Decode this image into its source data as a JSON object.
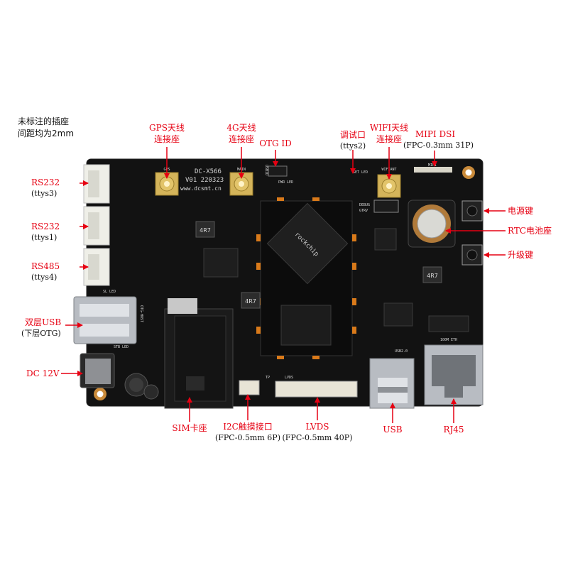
{
  "note": {
    "line1": "未标注的插座",
    "line2": "间距均为2mm"
  },
  "board": {
    "model": "DC-X566",
    "version": "V01 220323",
    "website": "www.dcsmt.cn",
    "chip_brand": "rockchip",
    "silk": {
      "gps": "GPS",
      "main": "MAIN",
      "wifiant": "WIFIANT",
      "mipi": "MIPI",
      "usbid": "USBID",
      "pwr_led": "PWR LED",
      "set_led": "SET LED",
      "debug": "DEBUG",
      "gtrv": "GTRV",
      "sl_led": "SL LED",
      "otg_host": "OTG-HOST",
      "st_led": "STB LED",
      "lvds": "LVDS",
      "usb2": "USB2.0",
      "eth": "100M ETH",
      "tp": "TP",
      "inductor1": "4R7",
      "inductor2": "4R7",
      "inductor3": "4R7"
    }
  },
  "labels": {
    "rs232_a": "RS232",
    "rs232_a_sub": "(ttys3)",
    "rs232_b": "RS232",
    "rs232_b_sub": "(ttys1)",
    "rs485": "RS485",
    "rs485_sub": "(ttys4)",
    "usb_dual": "双层USB",
    "usb_dual_sub": "(下层OTG)",
    "dc": "DC 12V",
    "gps_l1": "GPS天线",
    "gps_l2": "连接座",
    "g4_l1": "4G天线",
    "g4_l2": "连接座",
    "otg": "OTG ID",
    "debug_l1": "调试口",
    "debug_sub": "(ttys2)",
    "wifi_l1": "WIFI天线",
    "wifi_l2": "连接座",
    "mipi": "MIPI DSI",
    "mipi_sub": "(FPC-0.3mm 31P)",
    "power_key": "电源键",
    "rtc": "RTC电池座",
    "upgrade_key": "升级键",
    "sim": "SIM卡座",
    "i2c": "I2C触摸接口",
    "i2c_sub": "(FPC-0.5mm 6P)",
    "lvds": "LVDS",
    "lvds_sub": "(FPC-0.5mm 40P)",
    "usb": "USB",
    "rj45": "RJ45"
  },
  "colors": {
    "label_red": "#e60012",
    "pcb": "#111111",
    "gold": "#c9a24a",
    "arrow": "#e60012"
  }
}
